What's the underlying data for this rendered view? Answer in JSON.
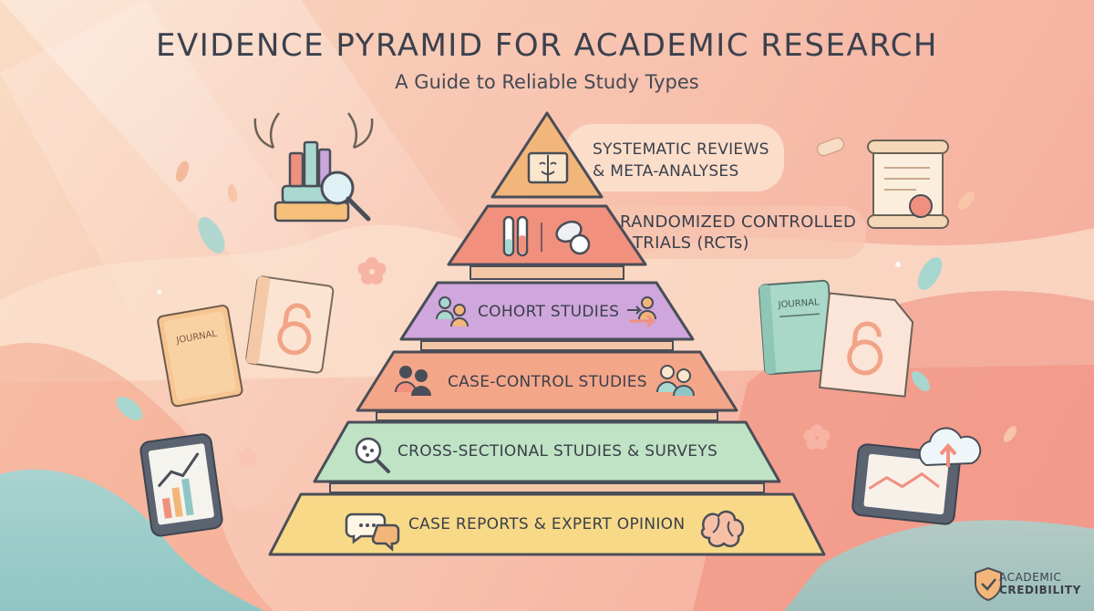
{
  "header": {
    "title": "EVIDENCE PYRAMID FOR ACADEMIC RESEARCH",
    "subtitle": "A Guide to Reliable Study Types"
  },
  "pyramid": {
    "tiers": [
      {
        "label_line1": "SYSTEMATIC REVIEWS",
        "label_line2": "& META-ANALYSES",
        "color": "#f3b67a",
        "icon": "open-book-icon"
      },
      {
        "label_line1": "RANDOMIZED CONTROLLED",
        "label_line2": "TRIALS (RCTs)",
        "color": "#f2907e",
        "icon": "test-tubes-pills-icon"
      },
      {
        "label_line1": "COHORT STUDIES",
        "color": "#cfa7dc",
        "icon": "people-arrow-icon"
      },
      {
        "label_line1": "CASE-CONTROL STUDIES",
        "color": "#f4a689",
        "icon": "people-pair-icon"
      },
      {
        "label_line1": "CROSS-SECTIONAL STUDIES & SURVEYS",
        "color": "#bfe3c4",
        "icon": "magnifier-cells-icon"
      },
      {
        "label_line1": "CASE REPORTS & EXPERT OPINION",
        "color": "#f7d987",
        "icon": "speech-bubbles-icon"
      }
    ]
  },
  "decorations": {
    "left_journal": "JOURNAL",
    "right_journal": "JOURNAL"
  },
  "brand": {
    "line1": "ACADEMIC",
    "line2": "CREDIBILITY"
  }
}
